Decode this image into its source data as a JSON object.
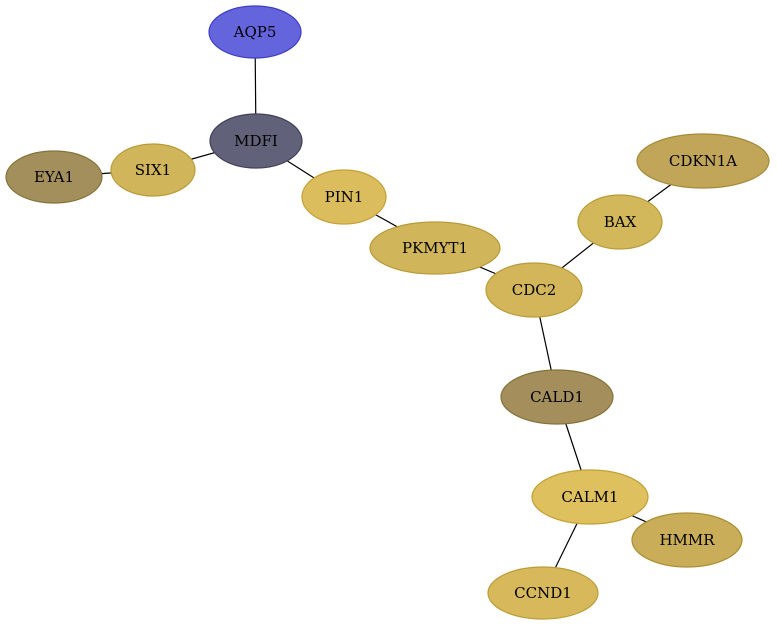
{
  "nodes": [
    {
      "id": "AQP5",
      "label": "AQP5",
      "fill": "#6464dc",
      "stroke": "#3c3cc4"
    },
    {
      "id": "MDFI",
      "label": "MDFI",
      "fill": "#616179",
      "stroke": "#40405a"
    },
    {
      "id": "SIX1",
      "label": "SIX1",
      "fill": "#d0b55a",
      "stroke": "#b89a35"
    },
    {
      "id": "EYA1",
      "label": "EYA1",
      "fill": "#a38f5b",
      "stroke": "#857238"
    },
    {
      "id": "PIN1",
      "label": "PIN1",
      "fill": "#dcbd5d",
      "stroke": "#c49f34"
    },
    {
      "id": "PKMYT1",
      "label": "PKMYT1",
      "fill": "#d1b55a",
      "stroke": "#b89a35"
    },
    {
      "id": "CDKN1A",
      "label": "CDKN1A",
      "fill": "#c1a65a",
      "stroke": "#a48a37"
    },
    {
      "id": "BAX",
      "label": "BAX",
      "fill": "#d3b75b",
      "stroke": "#b89a35"
    },
    {
      "id": "CDC2",
      "label": "CDC2",
      "fill": "#d4b65a",
      "stroke": "#b89a35"
    },
    {
      "id": "CALD1",
      "label": "CALD1",
      "fill": "#a48f5c",
      "stroke": "#857238"
    },
    {
      "id": "CALM1",
      "label": "CALM1",
      "fill": "#dec05e",
      "stroke": "#c49f34"
    },
    {
      "id": "HMMR",
      "label": "HMMR",
      "fill": "#c9ad58",
      "stroke": "#ab8f34"
    },
    {
      "id": "CCND1",
      "label": "CCND1",
      "fill": "#d7b95c",
      "stroke": "#bb9d36"
    }
  ],
  "edges": [
    {
      "source": "AQP5",
      "target": "MDFI"
    },
    {
      "source": "MDFI",
      "target": "SIX1"
    },
    {
      "source": "SIX1",
      "target": "EYA1"
    },
    {
      "source": "MDFI",
      "target": "PIN1"
    },
    {
      "source": "PIN1",
      "target": "PKMYT1"
    },
    {
      "source": "PKMYT1",
      "target": "CDC2"
    },
    {
      "source": "CDKN1A",
      "target": "BAX"
    },
    {
      "source": "BAX",
      "target": "CDC2"
    },
    {
      "source": "CDC2",
      "target": "CALD1"
    },
    {
      "source": "CALD1",
      "target": "CALM1"
    },
    {
      "source": "CALM1",
      "target": "HMMR"
    },
    {
      "source": "CALM1",
      "target": "CCND1"
    }
  ]
}
